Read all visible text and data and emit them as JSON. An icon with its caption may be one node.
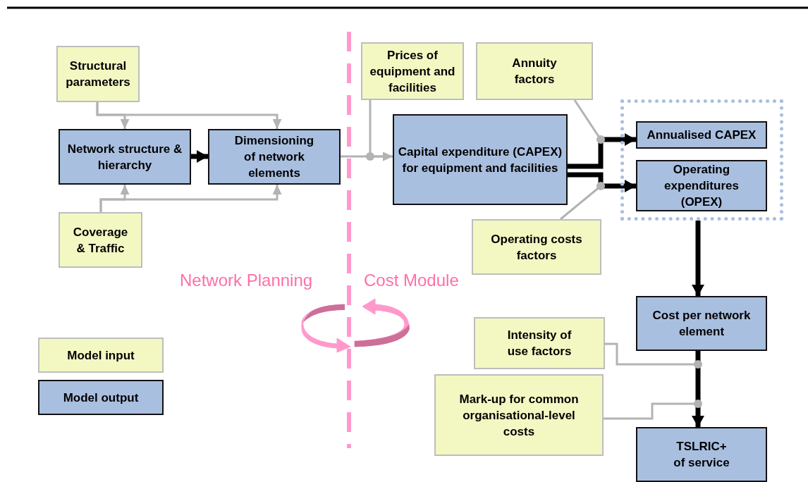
{
  "diagram": {
    "nodes": [
      {
        "text": [
          "Structural parameters"
        ]
      },
      {
        "text": [
          "Network structure & hierarchy"
        ]
      },
      {
        "text": [
          "Dimensioning of network elements"
        ]
      },
      {
        "text": [
          "Coverage & Traffic"
        ]
      },
      {
        "text": [
          "Prices of equipment and facilities"
        ]
      },
      {
        "text": [
          "Annuity factors"
        ]
      },
      {
        "text": [
          "Capital expenditure (CAPEX) for equipment and facilities"
        ]
      },
      {
        "text": [],
        "shape": "box"
      },
      {
        "text": [
          "Annualised CAPEX"
        ],
        "in": 7
      },
      {
        "text": [
          "Operating expenditures (OPEX)"
        ],
        "in": 7
      },
      {
        "text": [
          "Operating costs factors"
        ]
      },
      {
        "text": [
          "Cost per network element"
        ]
      },
      {
        "text": [
          "Intensity of use factors"
        ]
      },
      {
        "text": [
          "Mark-up for common organisational-level costs"
        ]
      },
      {
        "text": [
          "TSLRIC+ of service"
        ]
      }
    ],
    "edges": [
      {
        "from": 0,
        "to": 1,
        "arrow": "to"
      },
      {
        "from": 0,
        "to": 2,
        "arrow": "to"
      },
      {
        "from": 3,
        "to": 1,
        "arrow": "to"
      },
      {
        "from": 3,
        "to": 2,
        "arrow": "to"
      },
      {
        "from": 1,
        "to": 2,
        "arrow": "to",
        "style": "thick",
        "color": "#000000"
      },
      {
        "from": 2,
        "to": 6,
        "arrow": "to"
      },
      {
        "from": 4,
        "to": 6,
        "arrow": "to"
      },
      {
        "from": 6,
        "to": 8,
        "arrow": "to",
        "style": "thick",
        "color": "#000000"
      },
      {
        "from": 5,
        "to": 8,
        "arrow": "to"
      },
      {
        "from": 6,
        "to": 9,
        "arrow": "to",
        "style": "thick",
        "color": "#000000"
      },
      {
        "from": 10,
        "to": 9,
        "arrow": "to"
      },
      {
        "from": 7,
        "to": 11,
        "arrow": "to",
        "style": "thick",
        "color": "#000000"
      },
      {
        "from": 11,
        "to": 14,
        "arrow": "to",
        "style": "thick",
        "color": "#000000"
      },
      {
        "from": 12,
        "to": 14,
        "arrow": "to"
      },
      {
        "from": 13,
        "to": 14,
        "arrow": "to"
      }
    ],
    "labels": [
      "Network Planning",
      "Cost Module"
    ],
    "legend": [
      {
        "text": "Model input",
        "color": "#f3f8c3"
      },
      {
        "text": "Model output",
        "color": "#a9bfe0"
      }
    ]
  }
}
